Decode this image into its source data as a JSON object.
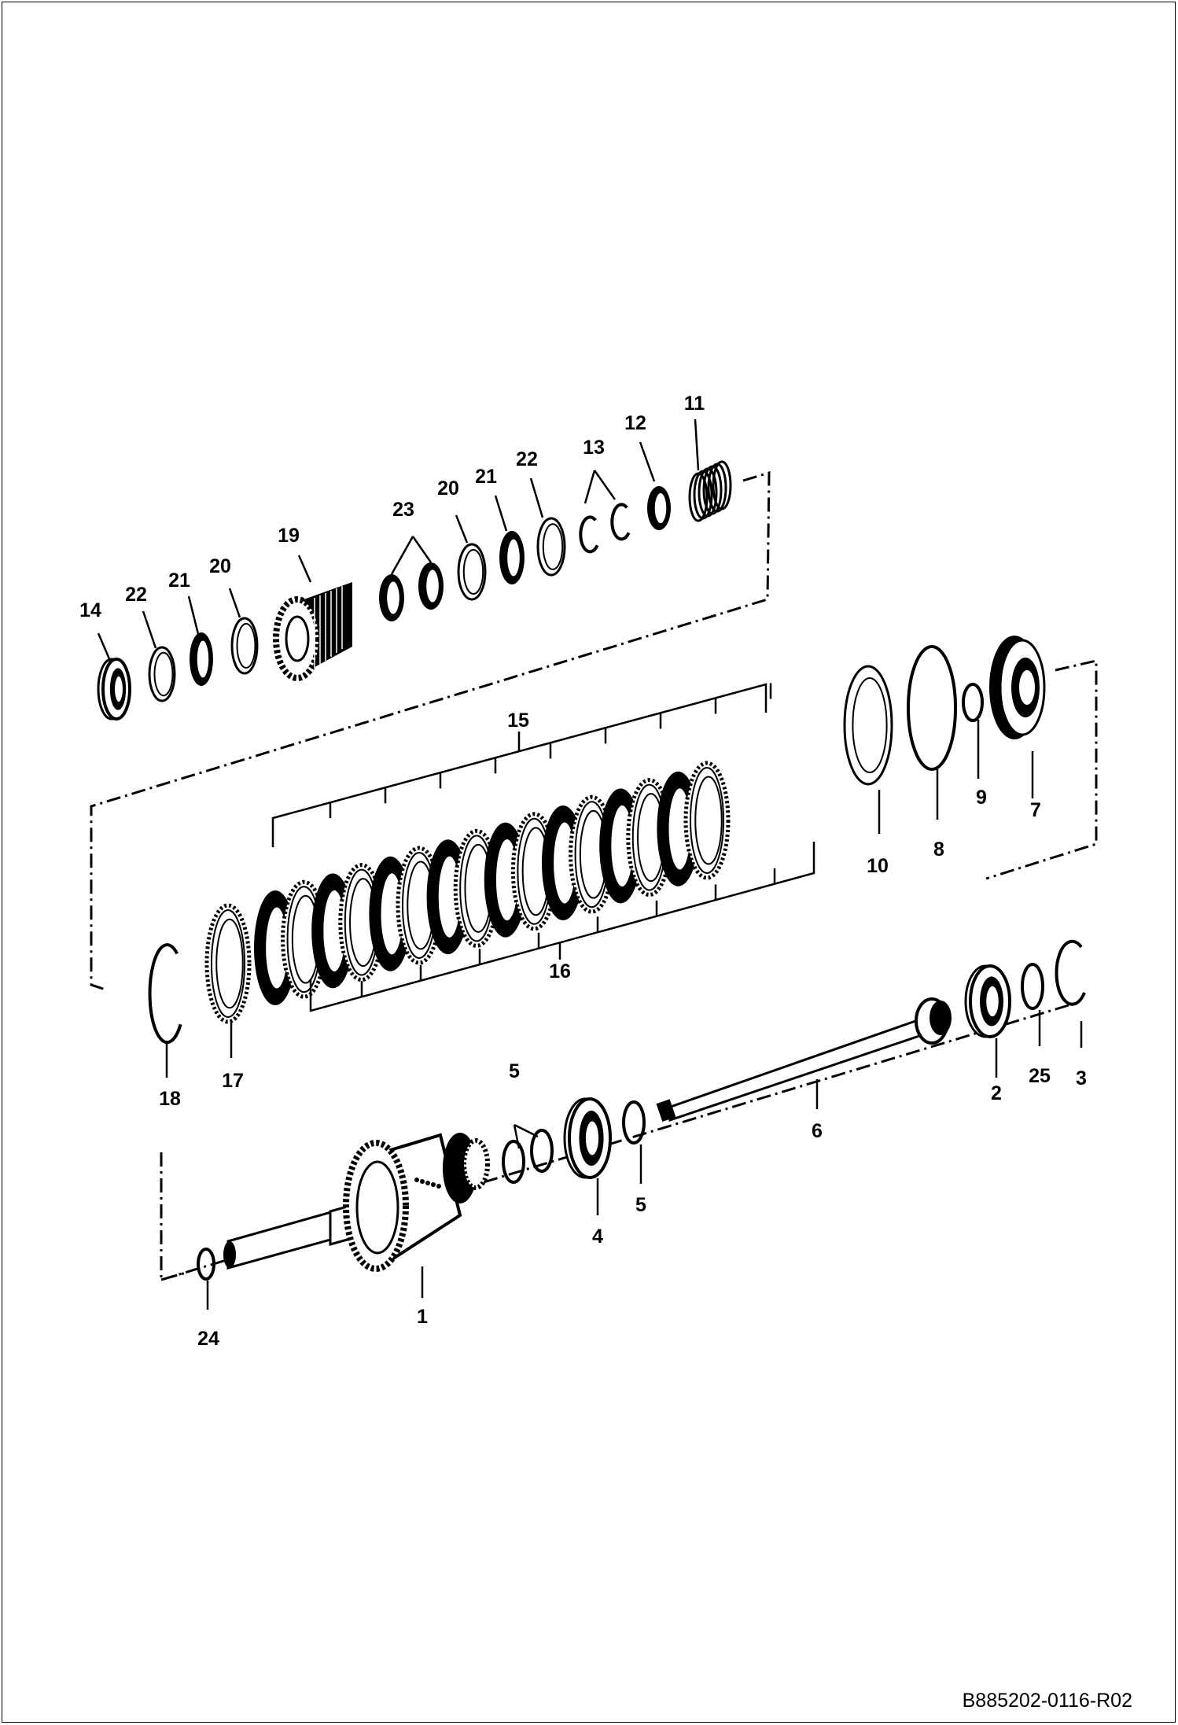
{
  "document": {
    "reference_code": "B885202-0116-R02"
  },
  "callouts": [
    {
      "id": "c1",
      "text": "1"
    },
    {
      "id": "c2",
      "text": "2"
    },
    {
      "id": "c3",
      "text": "3"
    },
    {
      "id": "c4",
      "text": "4"
    },
    {
      "id": "c5a",
      "text": "5"
    },
    {
      "id": "c5b",
      "text": "5"
    },
    {
      "id": "c6",
      "text": "6"
    },
    {
      "id": "c7",
      "text": "7"
    },
    {
      "id": "c8",
      "text": "8"
    },
    {
      "id": "c9",
      "text": "9"
    },
    {
      "id": "c10",
      "text": "10"
    },
    {
      "id": "c11",
      "text": "11"
    },
    {
      "id": "c12",
      "text": "12"
    },
    {
      "id": "c13",
      "text": "13"
    },
    {
      "id": "c14",
      "text": "14"
    },
    {
      "id": "c15",
      "text": "15"
    },
    {
      "id": "c16",
      "text": "16"
    },
    {
      "id": "c17",
      "text": "17"
    },
    {
      "id": "c18",
      "text": "18"
    },
    {
      "id": "c19",
      "text": "19"
    },
    {
      "id": "c20a",
      "text": "20"
    },
    {
      "id": "c20b",
      "text": "20"
    },
    {
      "id": "c21a",
      "text": "21"
    },
    {
      "id": "c21b",
      "text": "21"
    },
    {
      "id": "c22a",
      "text": "22"
    },
    {
      "id": "c22b",
      "text": "22"
    },
    {
      "id": "c23",
      "text": "23"
    },
    {
      "id": "c24",
      "text": "24"
    },
    {
      "id": "c25",
      "text": "25"
    }
  ]
}
